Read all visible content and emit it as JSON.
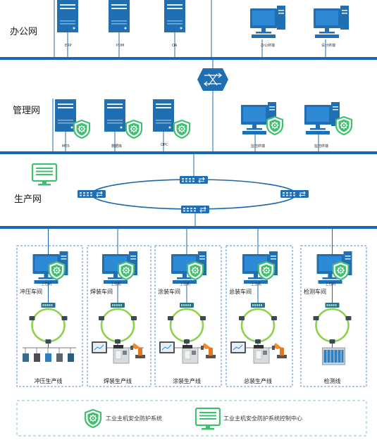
{
  "zones": {
    "office": "办公网",
    "management": "管理网",
    "production": "生产网"
  },
  "office": {
    "servers": [
      "ERP",
      "PDM",
      "OA"
    ],
    "pcs": [
      "办公终端",
      "设计终端"
    ]
  },
  "management": {
    "servers": [
      "MES",
      "数据库",
      "OPC"
    ],
    "pcs": [
      "监控终端",
      "监控终端"
    ]
  },
  "workshops": [
    {
      "pc": "上位机",
      "name": "冲压车间",
      "line": "冲压生产线"
    },
    {
      "pc": "上位机",
      "name": "焊装车间",
      "line": "焊装生产线"
    },
    {
      "pc": "上位机",
      "name": "涂装车间",
      "line": "涂装生产线"
    },
    {
      "pc": "上位机",
      "name": "总装车间",
      "line": "总装生产线"
    },
    {
      "pc": "上位机",
      "name": "检测车间",
      "line": "检测线"
    }
  ],
  "legend": {
    "shield": "工业主机安全防护系统",
    "monitor": "工业主机安全防护系统控制中心"
  },
  "colors": {
    "blue": "#1f6fb2",
    "bus": "#1c68ae",
    "green": "#3fbf6f",
    "dashed": "#5a8fd0"
  }
}
